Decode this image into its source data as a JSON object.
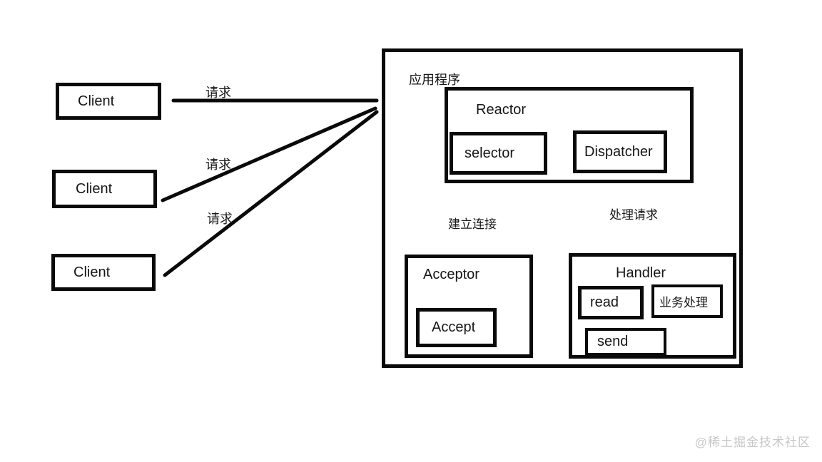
{
  "diagram": {
    "clients": [
      "Client",
      "Client",
      "Client"
    ],
    "request_labels": [
      "请求",
      "请求",
      "请求"
    ],
    "app_label": "应用程序",
    "reactor_label": "Reactor",
    "selector_label": "selector",
    "dispatcher_label": "Dispatcher",
    "establish_connection_label": "建立连接",
    "handle_request_label": "处理请求",
    "acceptor_label": "Acceptor",
    "accept_label": "Accept",
    "handler_label": "Handler",
    "read_label": "read",
    "business_processing_label": "业务处理",
    "send_label": "send",
    "watermark": "@稀土掘金技术社区"
  },
  "colors": {
    "line": "#0a0a0a",
    "text": "#161616",
    "watermark": "#c7c7c7",
    "background": "#ffffff"
  }
}
